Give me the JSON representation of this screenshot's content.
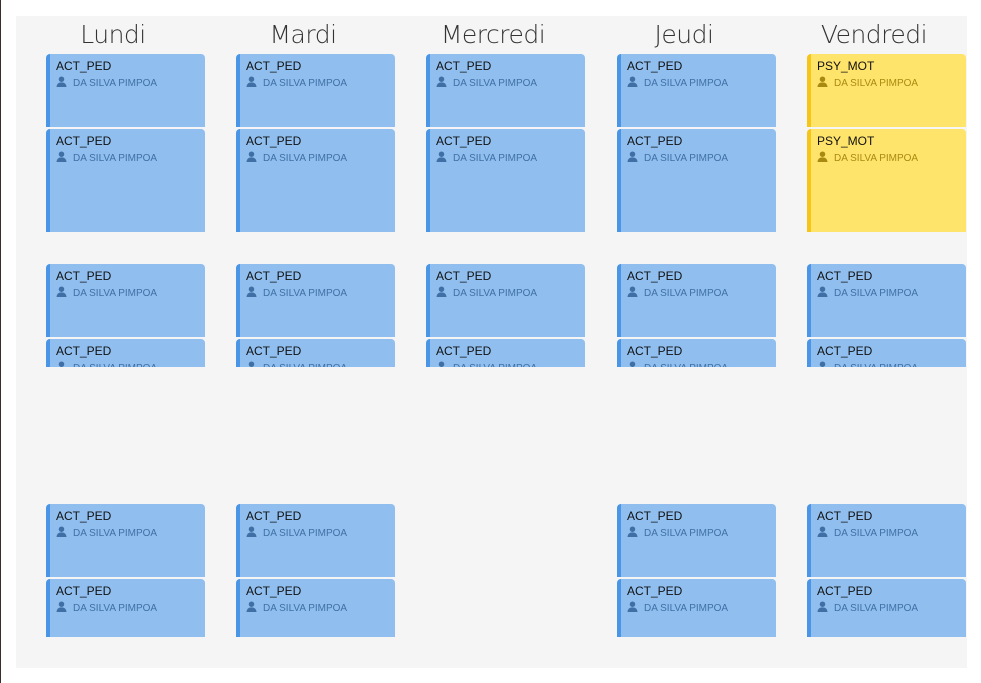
{
  "colors": {
    "blue_bg": "#90bfef",
    "blue_border": "#4a95e5",
    "yellow_bg": "#ffe46b",
    "yellow_border": "#f5c518"
  },
  "days": [
    {
      "name": "Lundi",
      "events": [
        {
          "slot": 0,
          "title": "ACT_PED",
          "person": "DA SILVA PIMPOA",
          "color": "blue"
        },
        {
          "slot": 1,
          "title": "ACT_PED",
          "person": "DA SILVA PIMPOA",
          "color": "blue"
        },
        {
          "slot": 2,
          "title": "ACT_PED",
          "person": "DA SILVA PIMPOA",
          "color": "blue"
        },
        {
          "slot": 3,
          "title": "ACT_PED",
          "person": "DA SILVA PIMPOA",
          "color": "blue"
        },
        {
          "slot": 4,
          "title": "ACT_PED",
          "person": "DA SILVA PIMPOA",
          "color": "blue"
        },
        {
          "slot": 5,
          "title": "ACT_PED",
          "person": "DA SILVA PIMPOA",
          "color": "blue"
        }
      ]
    },
    {
      "name": "Mardi",
      "events": [
        {
          "slot": 0,
          "title": "ACT_PED",
          "person": "DA SILVA PIMPOA",
          "color": "blue"
        },
        {
          "slot": 1,
          "title": "ACT_PED",
          "person": "DA SILVA PIMPOA",
          "color": "blue"
        },
        {
          "slot": 2,
          "title": "ACT_PED",
          "person": "DA SILVA PIMPOA",
          "color": "blue"
        },
        {
          "slot": 3,
          "title": "ACT_PED",
          "person": "DA SILVA PIMPOA",
          "color": "blue"
        },
        {
          "slot": 4,
          "title": "ACT_PED",
          "person": "DA SILVA PIMPOA",
          "color": "blue"
        },
        {
          "slot": 5,
          "title": "ACT_PED",
          "person": "DA SILVA PIMPOA",
          "color": "blue"
        }
      ]
    },
    {
      "name": "Mercredi",
      "events": [
        {
          "slot": 0,
          "title": "ACT_PED",
          "person": "DA SILVA PIMPOA",
          "color": "blue"
        },
        {
          "slot": 1,
          "title": "ACT_PED",
          "person": "DA SILVA PIMPOA",
          "color": "blue"
        },
        {
          "slot": 2,
          "title": "ACT_PED",
          "person": "DA SILVA PIMPOA",
          "color": "blue"
        },
        {
          "slot": 3,
          "title": "ACT_PED",
          "person": "DA SILVA PIMPOA",
          "color": "blue"
        }
      ]
    },
    {
      "name": "Jeudi",
      "events": [
        {
          "slot": 0,
          "title": "ACT_PED",
          "person": "DA SILVA PIMPOA",
          "color": "blue"
        },
        {
          "slot": 1,
          "title": "ACT_PED",
          "person": "DA SILVA PIMPOA",
          "color": "blue"
        },
        {
          "slot": 2,
          "title": "ACT_PED",
          "person": "DA SILVA PIMPOA",
          "color": "blue"
        },
        {
          "slot": 3,
          "title": "ACT_PED",
          "person": "DA SILVA PIMPOA",
          "color": "blue"
        },
        {
          "slot": 4,
          "title": "ACT_PED",
          "person": "DA SILVA PIMPOA",
          "color": "blue"
        },
        {
          "slot": 5,
          "title": "ACT_PED",
          "person": "DA SILVA PIMPOA",
          "color": "blue"
        }
      ]
    },
    {
      "name": "Vendredi",
      "events": [
        {
          "slot": 0,
          "title": "PSY_MOT",
          "person": "DA SILVA PIMPOA",
          "color": "yellow"
        },
        {
          "slot": 1,
          "title": "PSY_MOT",
          "person": "DA SILVA PIMPOA",
          "color": "yellow"
        },
        {
          "slot": 2,
          "title": "ACT_PED",
          "person": "DA SILVA PIMPOA",
          "color": "blue"
        },
        {
          "slot": 3,
          "title": "ACT_PED",
          "person": "DA SILVA PIMPOA",
          "color": "blue"
        },
        {
          "slot": 4,
          "title": "ACT_PED",
          "person": "DA SILVA PIMPOA",
          "color": "blue"
        },
        {
          "slot": 5,
          "title": "ACT_PED",
          "person": "DA SILVA PIMPOA",
          "color": "blue"
        }
      ]
    }
  ]
}
